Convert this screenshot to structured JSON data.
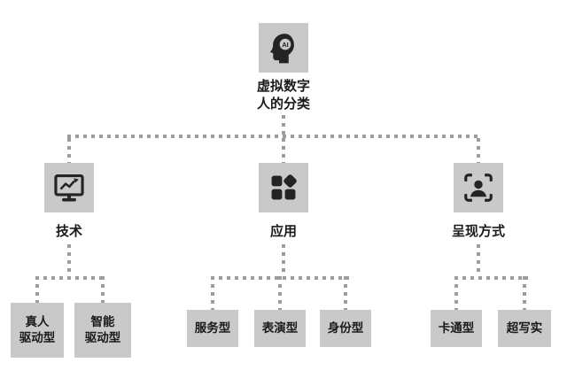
{
  "root": {
    "label": "虚拟数字\n人的分类",
    "icon": "ai-head"
  },
  "branches": [
    {
      "label": "技术",
      "icon": "monitor-chart",
      "children": [
        {
          "label": "真人\n驱动型"
        },
        {
          "label": "智能\n驱动型"
        }
      ]
    },
    {
      "label": "应用",
      "icon": "app-grid",
      "children": [
        {
          "label": "服务型"
        },
        {
          "label": "表演型"
        },
        {
          "label": "身份型"
        }
      ]
    },
    {
      "label": "呈现方式",
      "icon": "face-scan",
      "children": [
        {
          "label": "卡通型"
        },
        {
          "label": "超写实"
        }
      ]
    }
  ],
  "colors": {
    "box_bg": "#c9c9c9",
    "icon": "#242424",
    "line": "#9c9c9c",
    "text": "#1a1a1a",
    "background": "#ffffff"
  }
}
